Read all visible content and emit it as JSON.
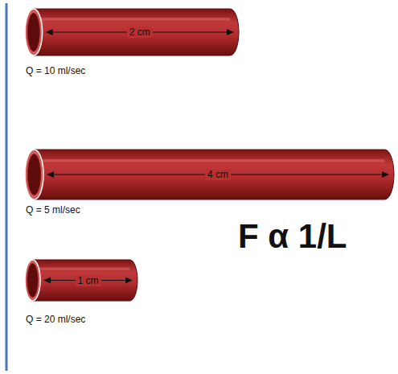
{
  "diagram": {
    "nodes": [
      {
        "text": [
          "2 cm",
          "Q = 10 ml/sec"
        ]
      },
      {
        "text": [
          "4 cm",
          "Q = 5 ml/sec"
        ]
      },
      {
        "text": [
          "1 cm",
          "Q = 20 ml/sec"
        ]
      }
    ],
    "labels": [
      "F α 1/L"
    ]
  }
}
